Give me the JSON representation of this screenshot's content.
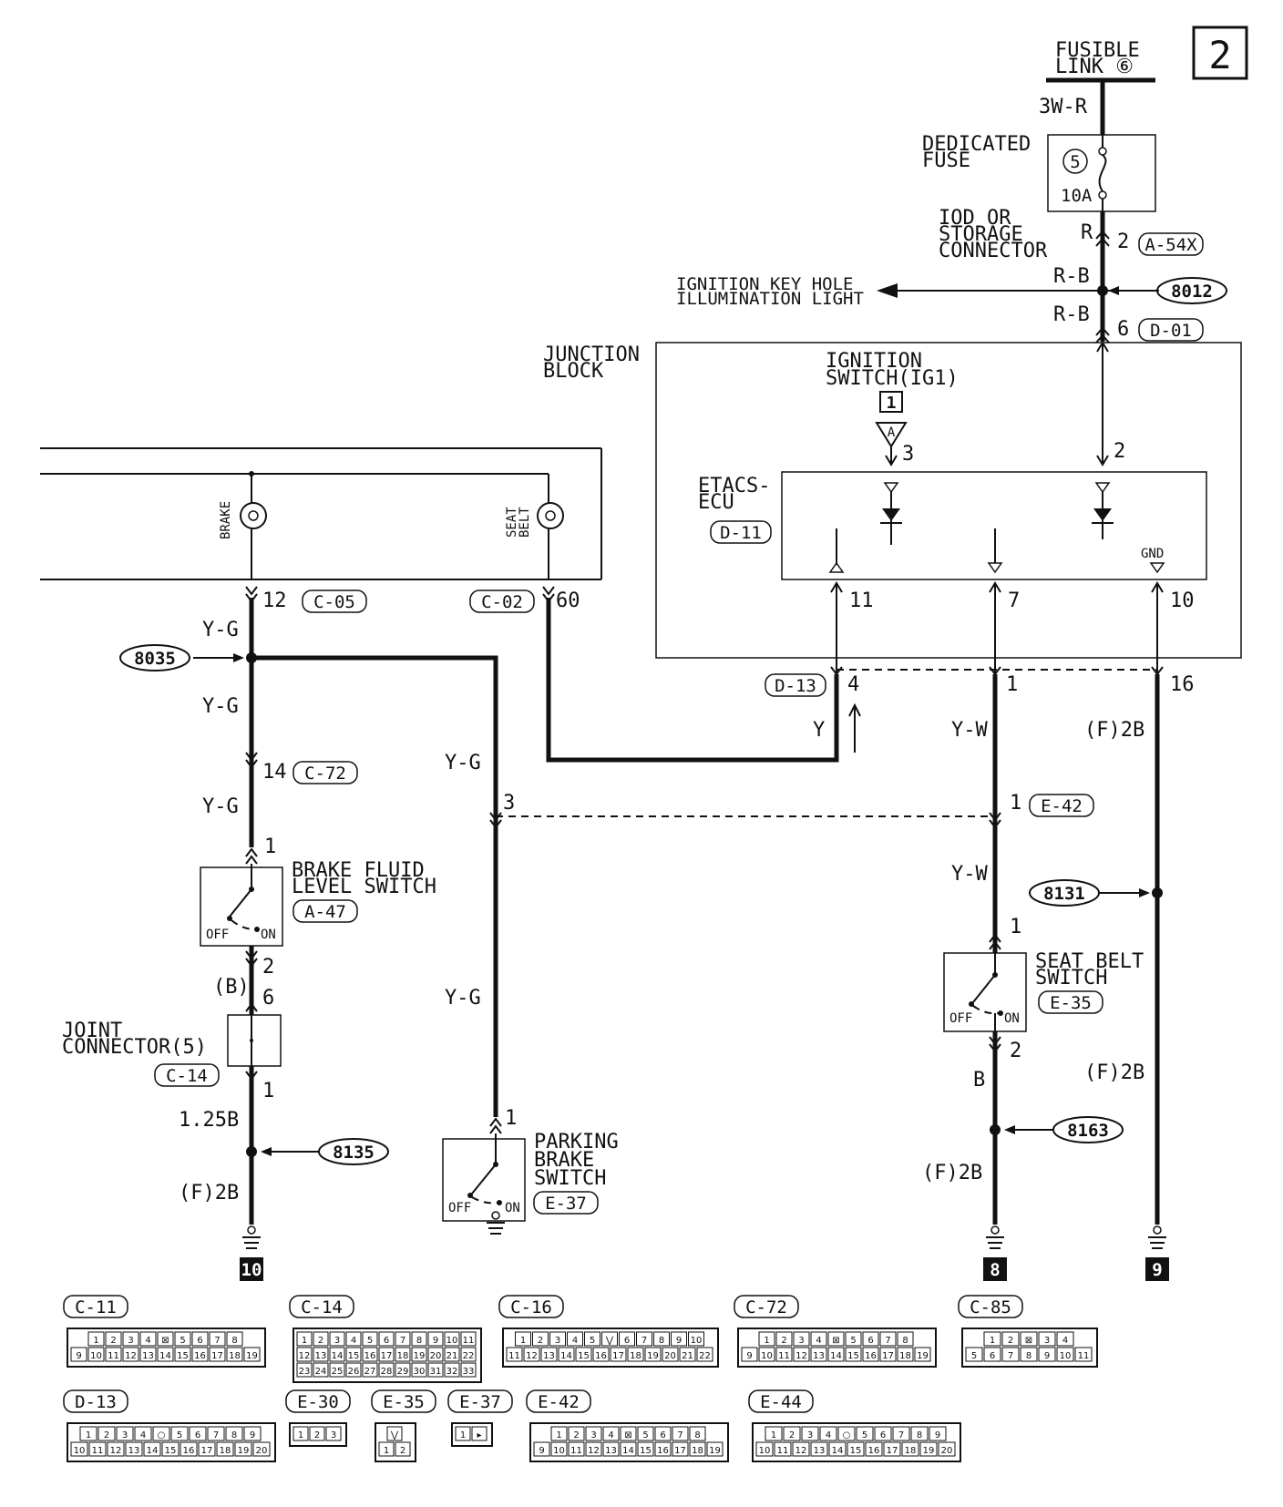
{
  "page_number": "2",
  "fusible_link": {
    "line1": "FUSIBLE",
    "line2": "LINK ⑥"
  },
  "dedicated_fuse": {
    "line1": "DEDICATED",
    "line2": "FUSE",
    "fuse_no": "5",
    "rating": "10A"
  },
  "iod_connector": {
    "line1": "IOD OR",
    "line2": "STORAGE",
    "line3": "CONNECTOR"
  },
  "ignition_key_light": {
    "line1": "IGNITION KEY HOLE",
    "line2": "ILLUMINATION LIGHT"
  },
  "junction_block": {
    "line1": "JUNCTION",
    "line2": "BLOCK"
  },
  "ignition_switch": {
    "line1": "IGNITION",
    "line2": "SWITCH(IG1)",
    "ref": "1",
    "tri": "A"
  },
  "etacs_ecu": {
    "line1": "ETACS-",
    "line2": "ECU",
    "connector": "D-11",
    "gnd": "GND"
  },
  "meter": {
    "brake": "BRAKE",
    "seatbelt_1": "SEAT",
    "seatbelt_2": "BELT"
  },
  "brake_fluid_switch": {
    "line1": "BRAKE FLUID",
    "line2": "LEVEL SWITCH",
    "connector": "A-47",
    "off": "OFF",
    "on": "ON"
  },
  "joint_connector": {
    "line1": "JOINT",
    "line2": "CONNECTOR(5)",
    "connector": "C-14"
  },
  "parking_brake_switch": {
    "line1": "PARKING",
    "line2": "BRAKE",
    "line3": "SWITCH",
    "connector": "E-37",
    "off": "OFF",
    "on": "ON"
  },
  "seat_belt_switch": {
    "line1": "SEAT BELT",
    "line2": "SWITCH",
    "connector": "E-35",
    "off": "OFF",
    "on": "ON"
  },
  "wires": {
    "w3wr": "3W-R",
    "r": "R",
    "rb1": "R-B",
    "rb2": "R-B",
    "yg1": "Y-G",
    "yg2": "Y-G",
    "yg3": "Y-G",
    "yg4": "Y-G",
    "yg5": "Y-G",
    "b1": "(B)",
    "b125": "1.25B",
    "f2b1": "(F)2B",
    "y": "Y",
    "yw1": "Y-W",
    "yw2": "Y-W",
    "b2": "B",
    "f2b2": "(F)2B",
    "f2b3": "(F)2B",
    "f2b4": "(F)2B"
  },
  "connectors": {
    "a54x": "A-54X",
    "d01": "D-01",
    "c05": "C-05",
    "c02": "C-02",
    "c72": "C-72",
    "d13": "D-13",
    "e42": "E-42"
  },
  "splices": {
    "s8012": "8012",
    "s8035": "8035",
    "s8135": "8135",
    "s8131": "8131",
    "s8163": "8163"
  },
  "pins": {
    "p2a": "2",
    "p6a": "6",
    "p3": "3",
    "p2b": "2",
    "p11": "11",
    "p7": "7",
    "p10": "10",
    "p12": "12",
    "p60": "60",
    "p4": "4",
    "p1a": "1",
    "p16": "16",
    "p14": "14",
    "p1b": "1",
    "p2c": "2",
    "p6b": "6",
    "p1c": "1",
    "p3b": "3",
    "p1d": "1",
    "p1e": "1",
    "p1f": "1",
    "p2d": "2"
  },
  "grounds": {
    "g10": "10",
    "g8": "8",
    "g9": "9"
  },
  "connector_views": {
    "c11": {
      "label": "C-11",
      "row1": [
        "1",
        "2",
        "3",
        "4",
        "⊠",
        "5",
        "6",
        "7",
        "8"
      ],
      "row2": [
        "9",
        "10",
        "11",
        "12",
        "13",
        "14",
        "15",
        "16",
        "17",
        "18",
        "19"
      ]
    },
    "c14": {
      "label": "C-14",
      "row1": [
        "1",
        "2",
        "3",
        "4",
        "5",
        "6",
        "7",
        "8",
        "9",
        "10",
        "11"
      ],
      "row2": [
        "12",
        "13",
        "14",
        "15",
        "16",
        "17",
        "18",
        "19",
        "20",
        "21",
        "22"
      ],
      "row3": [
        "23",
        "24",
        "25",
        "26",
        "27",
        "28",
        "29",
        "30",
        "31",
        "32",
        "33"
      ]
    },
    "c16": {
      "label": "C-16",
      "row1": [
        "1",
        "2",
        "3",
        "4",
        "5",
        "⋁",
        "6",
        "7",
        "8",
        "9",
        "10"
      ],
      "row2": [
        "11",
        "12",
        "13",
        "14",
        "15",
        "16",
        "17",
        "18",
        "19",
        "20",
        "21",
        "22"
      ]
    },
    "c72": {
      "label": "C-72",
      "row1": [
        "1",
        "2",
        "3",
        "4",
        "⊠",
        "5",
        "6",
        "7",
        "8"
      ],
      "row2": [
        "9",
        "10",
        "11",
        "12",
        "13",
        "14",
        "15",
        "16",
        "17",
        "18",
        "19"
      ]
    },
    "c85": {
      "label": "C-85",
      "row1": [
        "1",
        "2",
        "⊠",
        "3",
        "4"
      ],
      "row2": [
        "5",
        "6",
        "7",
        "8",
        "9",
        "10",
        "11"
      ]
    },
    "d13": {
      "label": "D-13",
      "row1": [
        "1",
        "2",
        "3",
        "4",
        "○",
        "5",
        "6",
        "7",
        "8",
        "9"
      ],
      "row2": [
        "10",
        "11",
        "12",
        "13",
        "14",
        "15",
        "16",
        "17",
        "18",
        "19",
        "20"
      ]
    },
    "e30": {
      "label": "E-30",
      "row1": [
        "1",
        "2",
        "3"
      ]
    },
    "e35": {
      "label": "E-35",
      "row1": [
        "⋁"
      ],
      "row2": [
        "1",
        "2"
      ]
    },
    "e37": {
      "label": "E-37",
      "row1": [
        "1",
        "▸"
      ]
    },
    "e42": {
      "label": "E-42",
      "row1": [
        "1",
        "2",
        "3",
        "4",
        "⊠",
        "5",
        "6",
        "7",
        "8"
      ],
      "row2": [
        "9",
        "10",
        "11",
        "12",
        "13",
        "14",
        "15",
        "16",
        "17",
        "18",
        "19"
      ]
    },
    "e44": {
      "label": "E-44",
      "row1": [
        "1",
        "2",
        "3",
        "4",
        "○",
        "5",
        "6",
        "7",
        "8",
        "9"
      ],
      "row2": [
        "10",
        "11",
        "12",
        "13",
        "14",
        "15",
        "16",
        "17",
        "18",
        "19",
        "20"
      ]
    }
  }
}
